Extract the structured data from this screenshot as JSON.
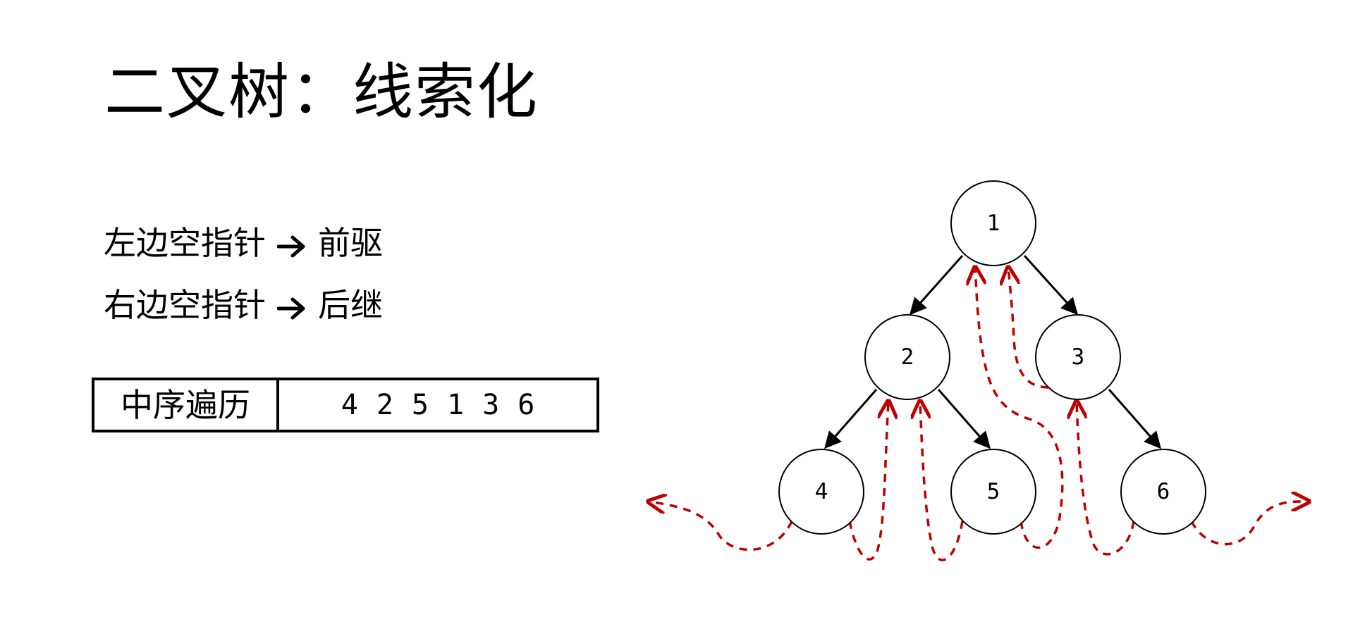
{
  "title": "二叉树：线索化",
  "rules": [
    {
      "text": "左边空指针",
      "target": "前驱"
    },
    {
      "text": "右边空指针",
      "target": "后继"
    }
  ],
  "traversal": {
    "label": "中序遍历",
    "sequence": [
      "4",
      "2",
      "5",
      "1",
      "3",
      "6"
    ]
  },
  "tree": {
    "nodes": [
      "1",
      "2",
      "3",
      "4",
      "5",
      "6"
    ],
    "edges": [
      [
        "1",
        "2"
      ],
      [
        "1",
        "3"
      ],
      [
        "2",
        "4"
      ],
      [
        "2",
        "5"
      ],
      [
        "3",
        "6"
      ]
    ],
    "threads": [
      {
        "from": "4",
        "side": "left",
        "to": null
      },
      {
        "from": "4",
        "side": "right",
        "to": "2"
      },
      {
        "from": "5",
        "side": "left",
        "to": "2"
      },
      {
        "from": "5",
        "side": "right",
        "to": "1"
      },
      {
        "from": "3",
        "side": "left",
        "to": "1"
      },
      {
        "from": "6",
        "side": "left",
        "to": "3"
      },
      {
        "from": "6",
        "side": "right",
        "to": null
      }
    ]
  },
  "colors": {
    "edge": "#000000",
    "thread": "#c00000",
    "node_fill": "#ffffff",
    "node_stroke": "#000000"
  },
  "icons": {
    "rule_arrow": "right-arrow-icon"
  }
}
